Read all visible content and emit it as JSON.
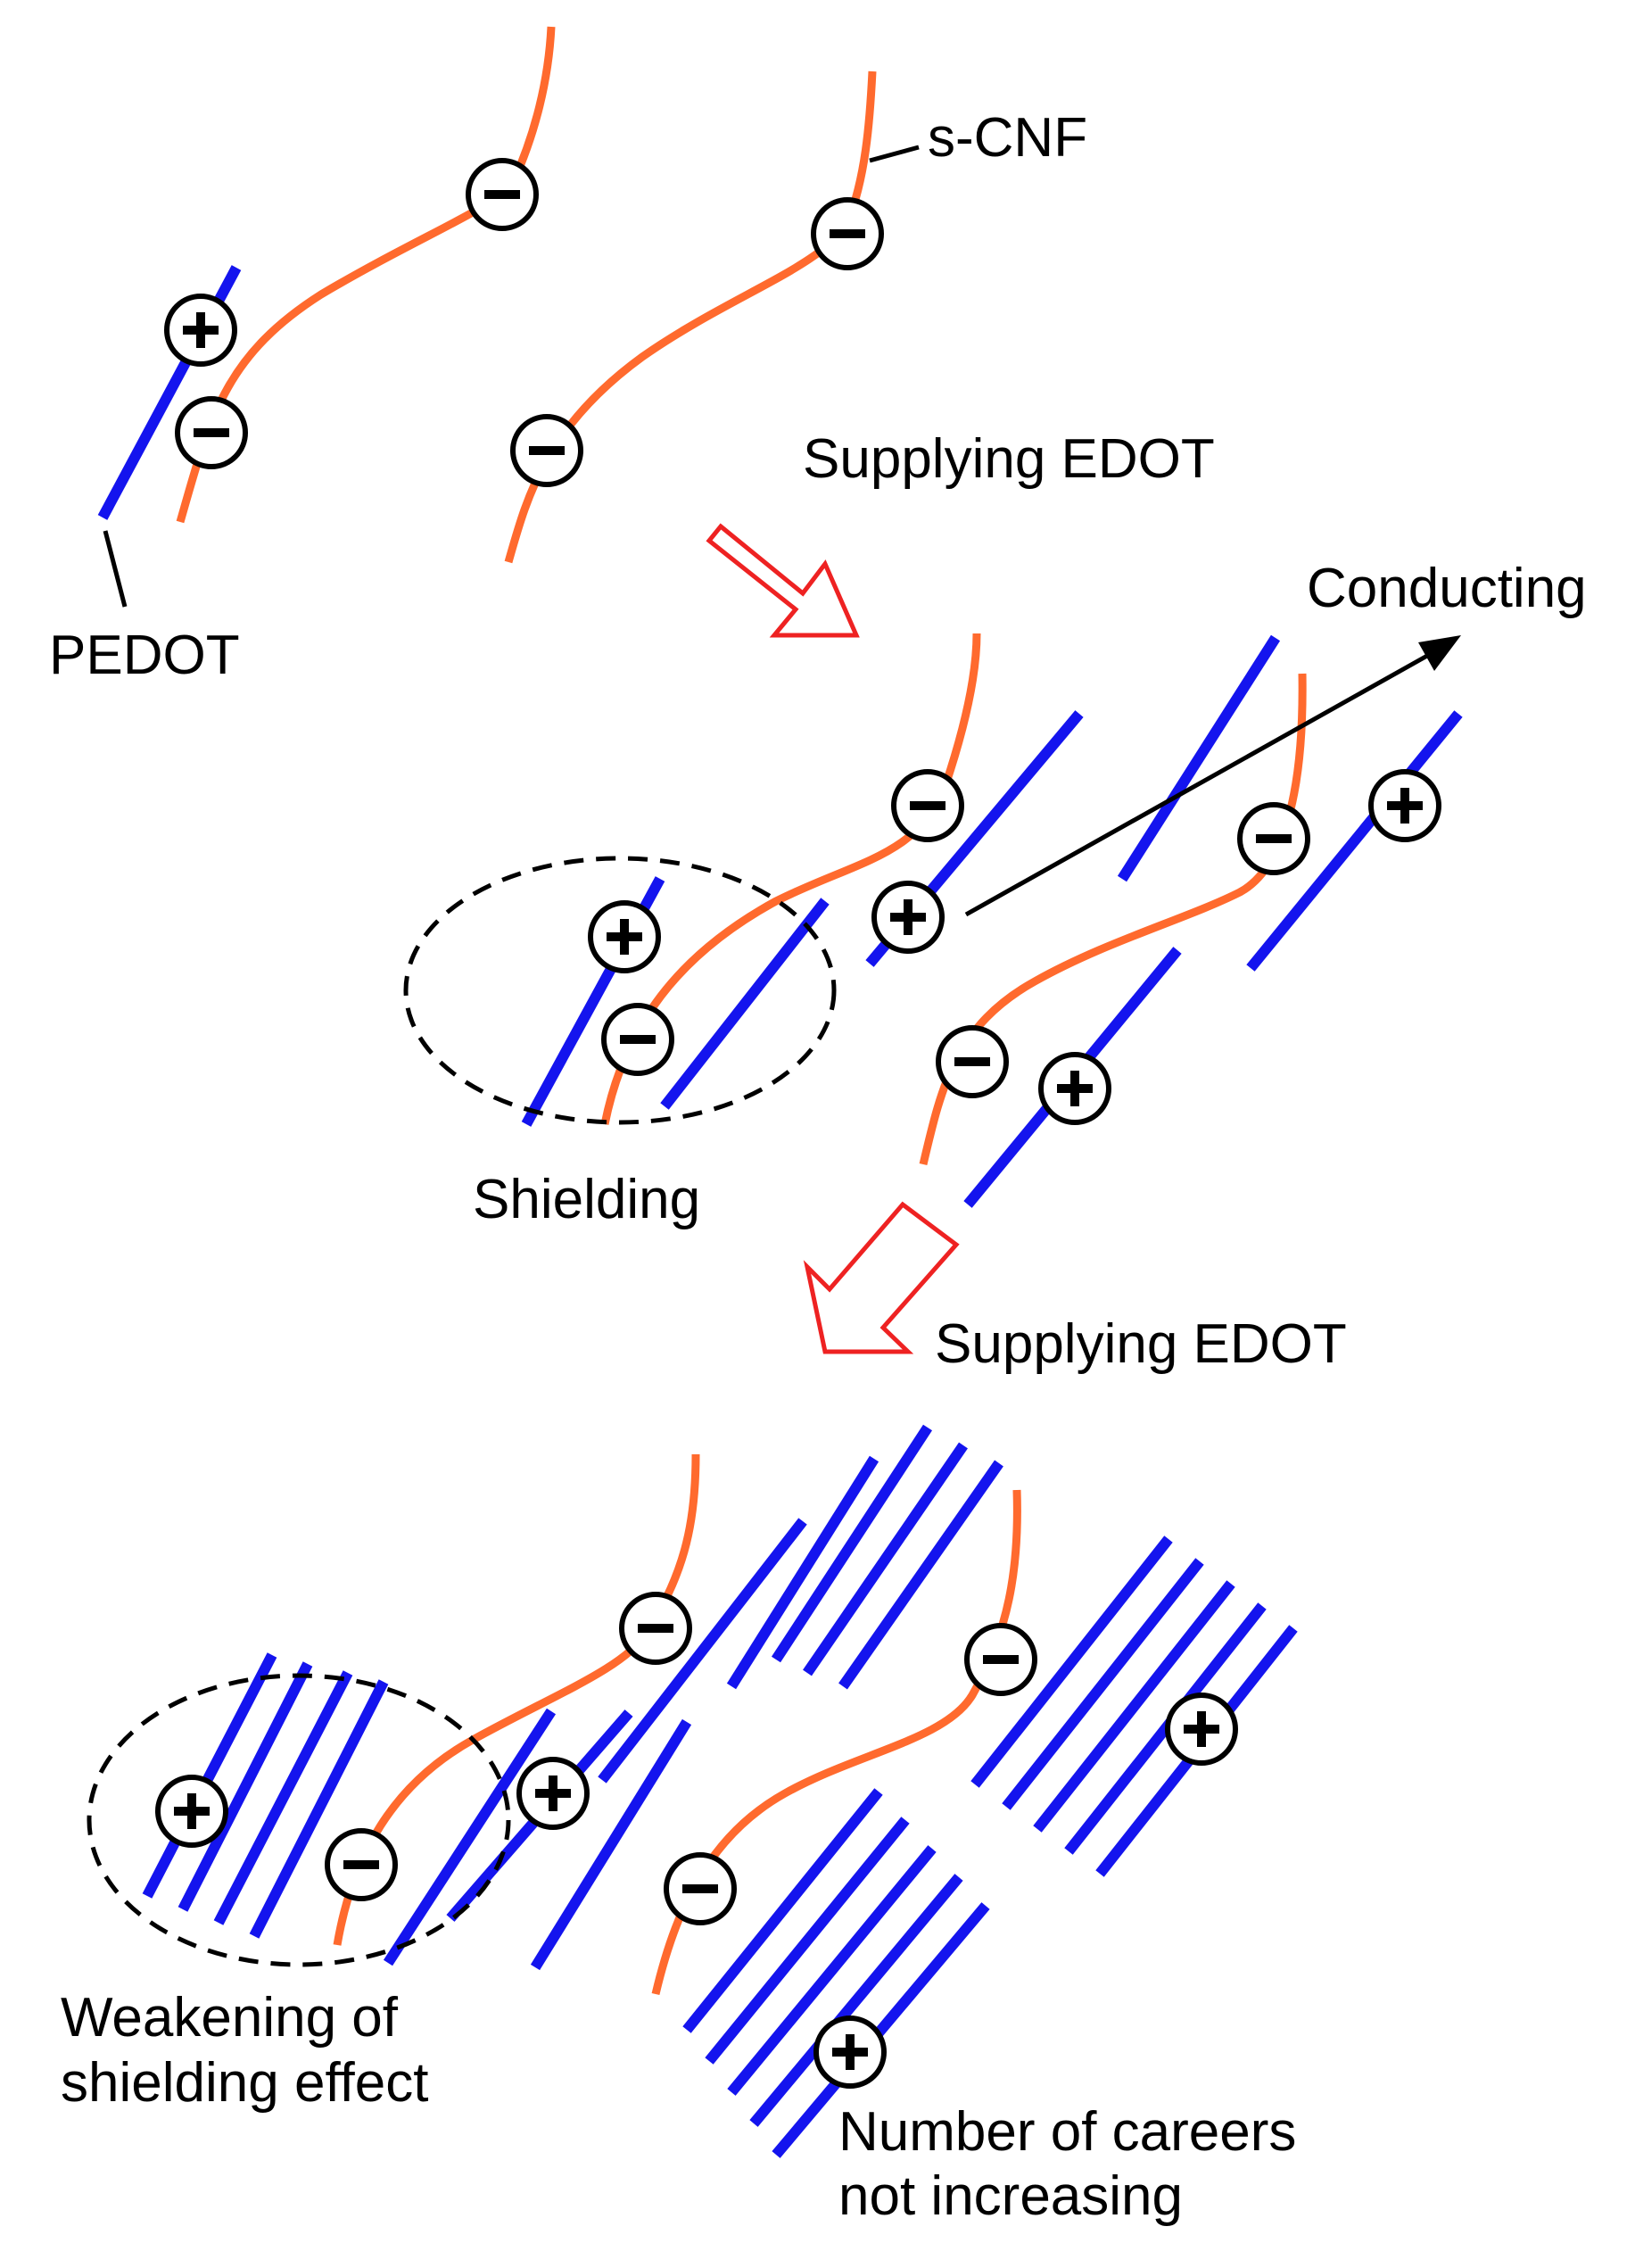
{
  "colors": {
    "pedot": "#1414ee",
    "scnf": "#ff6a2e",
    "arrow": "#ee2222",
    "ink": "#000000"
  },
  "labels": {
    "scnf": "s-CNF",
    "pedot": "PEDOT",
    "supplying_1": "Supplying EDOT",
    "conducting": "Conducting",
    "shielding": "Shielding",
    "supplying_2": "Supplying EDOT",
    "weakening_line1": "Weakening of",
    "weakening_line2": "shielding effect",
    "careers_line1": "Number of careers",
    "careers_line2": "not increasing"
  },
  "symbols": {
    "positive": "+",
    "negative": "−"
  }
}
